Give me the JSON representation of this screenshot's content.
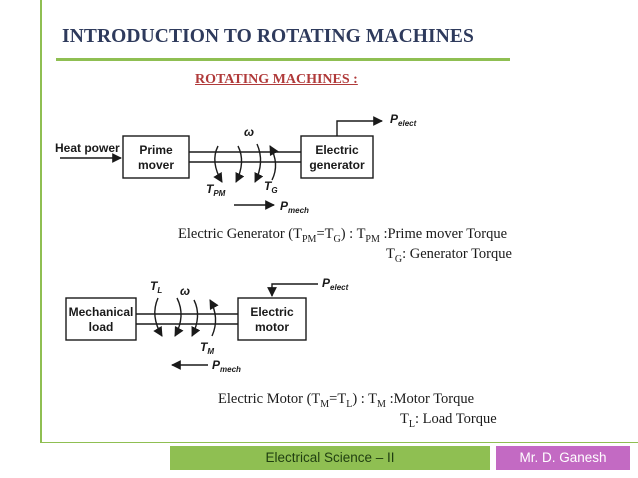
{
  "slide": {
    "title": "INTRODUCTION TO ROTATING MACHINES",
    "subtitle": "ROTATING MACHINES :"
  },
  "generator_diagram": {
    "input_label": "Heat power",
    "prime_mover": [
      "Prime",
      "mover"
    ],
    "machine": [
      "Electric",
      "generator"
    ],
    "omega": "ω",
    "t_pm": "T",
    "t_pm_sub": "PM",
    "t_g": "T",
    "t_g_sub": "G",
    "p_elect": "P",
    "p_elect_sub": "elect",
    "p_mech": "P",
    "p_mech_sub": "mech"
  },
  "generator_caption": {
    "line1_a": "Electric Generator (T",
    "line1_sub1": "PM",
    "line1_b": "=T",
    "line1_sub2": "G",
    "line1_c": ") : T",
    "line1_sub3": "PM",
    "line1_d": " :Prime mover Torque",
    "line2_a": "T",
    "line2_sub": "G",
    "line2_b": ": Generator Torque"
  },
  "motor_diagram": {
    "load": [
      "Mechanical",
      "load"
    ],
    "machine": [
      "Electric",
      "motor"
    ],
    "t_l": "T",
    "t_l_sub": "L",
    "omega": "ω",
    "t_m": "T",
    "t_m_sub": "M",
    "p_elect": "P",
    "p_elect_sub": "elect",
    "p_mech": "P",
    "p_mech_sub": "mech"
  },
  "motor_caption": {
    "line1_a": "Electric Motor (T",
    "line1_sub1": "M",
    "line1_b": "=T",
    "line1_sub2": "L",
    "line1_c": ") : T",
    "line1_sub3": "M",
    "line1_d": " :Motor Torque",
    "line2_a": "T",
    "line2_sub": "L",
    "line2_b": ": Load Torque"
  },
  "footer": {
    "course": "Electrical Science – II",
    "author": "Mr. D. Ganesh"
  },
  "colors": {
    "accent_green": "#8fbf52",
    "title_navy": "#2e3a5c",
    "subtitle_red": "#b03a3a",
    "author_purple": "#c36ac3"
  }
}
